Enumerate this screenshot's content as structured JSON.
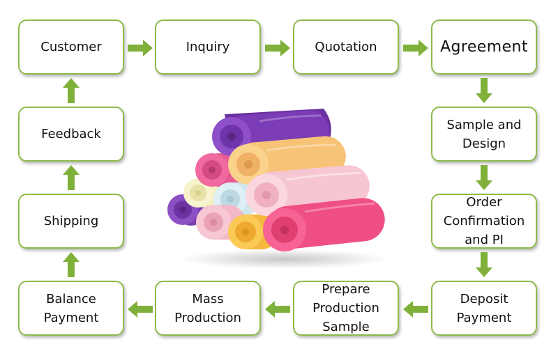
{
  "diagram": {
    "accent_color": "#8dbb4a",
    "arrow_color": "#7fb13a",
    "steps": [
      {
        "id": "customer",
        "label": "Customer"
      },
      {
        "id": "inquiry",
        "label": "Inquiry"
      },
      {
        "id": "quotation",
        "label": "Quotation"
      },
      {
        "id": "agreement",
        "label": "Agreement"
      },
      {
        "id": "sample_design",
        "label": "Sample and Design"
      },
      {
        "id": "order_confirmation",
        "label": "Order Confirmation and PI"
      },
      {
        "id": "deposit_payment",
        "label": "Deposit Payment"
      },
      {
        "id": "prepare_sample",
        "label": "Prepare Production Sample"
      },
      {
        "id": "mass_production",
        "label": "Mass Production"
      },
      {
        "id": "balance_payment",
        "label": "Balance Payment"
      },
      {
        "id": "shipping",
        "label": "Shipping"
      },
      {
        "id": "feedback",
        "label": "Feedback"
      }
    ],
    "flow": [
      [
        "customer",
        "inquiry"
      ],
      [
        "inquiry",
        "quotation"
      ],
      [
        "quotation",
        "agreement"
      ],
      [
        "agreement",
        "sample_design"
      ],
      [
        "sample_design",
        "order_confirmation"
      ],
      [
        "order_confirmation",
        "deposit_payment"
      ],
      [
        "deposit_payment",
        "prepare_sample"
      ],
      [
        "prepare_sample",
        "mass_production"
      ],
      [
        "mass_production",
        "balance_payment"
      ],
      [
        "balance_payment",
        "shipping"
      ],
      [
        "shipping",
        "feedback"
      ],
      [
        "feedback",
        "customer"
      ]
    ],
    "product_image": "rolled-towels-stack-image"
  }
}
